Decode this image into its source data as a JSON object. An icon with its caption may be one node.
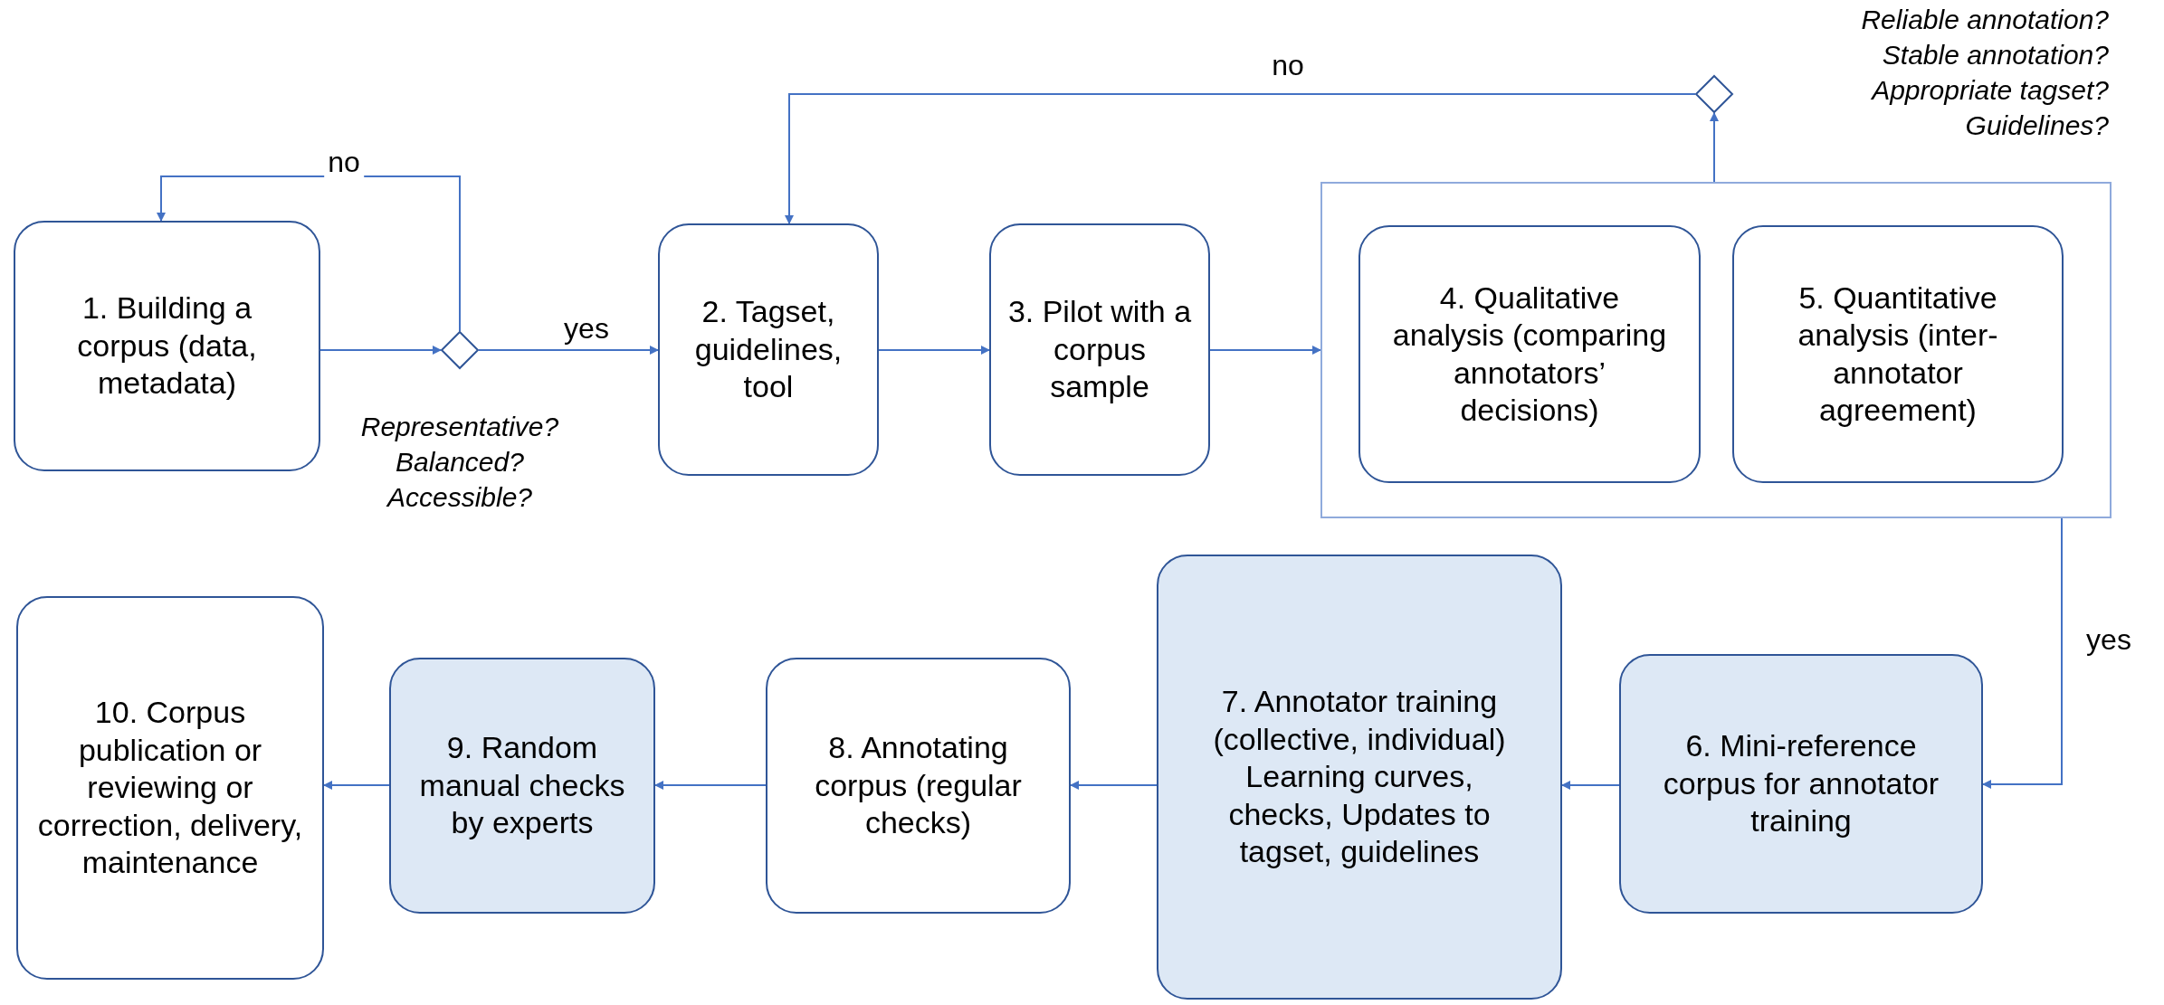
{
  "diagram": {
    "nodes": [
      {
        "text": [
          "1. Building a corpus (data, metadata)"
        ]
      },
      {
        "text": [],
        "shape": "diamond",
        "beside": [
          "Representative?",
          "Balanced?",
          "Accessible?"
        ]
      },
      {
        "text": [
          "2. Tagset, guidelines, tool"
        ]
      },
      {
        "text": [
          "3. Pilot with a corpus sample"
        ]
      },
      {
        "text": [],
        "shape": "box"
      },
      {
        "text": [
          "4. Qualitative analysis (comparing annotators’ decisions)"
        ],
        "in": 4
      },
      {
        "text": [
          "5. Quantitative analysis (inter-annotator agreement)"
        ],
        "in": 4
      },
      {
        "text": [],
        "shape": "diamond",
        "beside": [
          "Reliable annotation?",
          "Stable annotation?",
          "Appropriate tagset?",
          "Guidelines?"
        ]
      },
      {
        "text": [
          "6. Mini-reference corpus for annotator training"
        ]
      },
      {
        "text": [
          "7. Annotator training (collective, individual) Learning curves, checks, Updates to tagset, guidelines"
        ]
      },
      {
        "text": [
          "8. Annotating corpus (regular checks)"
        ]
      },
      {
        "text": [
          "9. Random manual checks by experts"
        ]
      },
      {
        "text": [
          "10. Corpus publication or reviewing or correction, delivery, maintenance"
        ]
      }
    ],
    "edges": [
      {
        "from": 0,
        "to": 1,
        "arrow": "to"
      },
      {
        "from": 1,
        "to": 0,
        "arrow": "to",
        "label": "no"
      },
      {
        "from": 1,
        "to": 2,
        "arrow": "to",
        "label": "yes"
      },
      {
        "from": 2,
        "to": 3,
        "arrow": "to"
      },
      {
        "from": 3,
        "to": 4,
        "arrow": "to"
      },
      {
        "from": 4,
        "to": 7,
        "arrow": "to"
      },
      {
        "from": 7,
        "to": 2,
        "arrow": "to",
        "label": "no"
      },
      {
        "from": 4,
        "to": 8,
        "arrow": "to",
        "label": "yes"
      },
      {
        "from": 8,
        "to": 9,
        "arrow": "to"
      },
      {
        "from": 9,
        "to": 10,
        "arrow": "to"
      },
      {
        "from": 10,
        "to": 11,
        "arrow": "to"
      },
      {
        "from": 11,
        "to": 12,
        "arrow": "to"
      }
    ]
  }
}
